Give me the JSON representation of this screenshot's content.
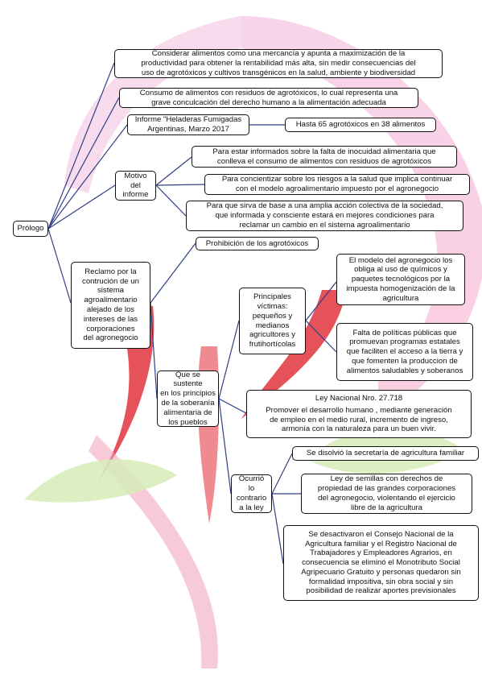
{
  "colors": {
    "line": "#2f3f86",
    "watermark_pink": "#f2b8d9",
    "watermark_red": "#d9232e",
    "watermark_green": "#c9e6a3",
    "text": "#111111",
    "box_border": "#111111"
  },
  "nodes": {
    "prologo": "Prólogo",
    "considerar": "Considerar alimentos como una mercancía y apunta a maximización de la\nproductividad para obtener la rentabilidad más alta, sin medir consecuencias del\nuso de agrotóxicos y cultivos transgénicos en la salud, ambiente y biodiversidad",
    "consumo": "Consumo de alimentos con residuos de agrotóxicos, lo cual representa una\ngrave conculcación del derecho humano a la alimentación adecuada",
    "informe": "Informe \"Heladeras Fumigadas\nArgentinas, Marzo 2017",
    "hasta": "Hasta 65 agrotóxicos en 38 alimentos",
    "motivo": "Motivo\ndel\ninforme",
    "motivo_1": "Para estar informados sobre la falta de inocuidad alimentaria que\nconlleva el consumo de alimentos con residuos de agrotóxicos",
    "motivo_2": "Para concientizar sobre los riesgos a la salud que implica continuar\ncon el modelo agroalimentario impuesto por el agronegocio",
    "motivo_3": "Para que sirva de base a una amplia acción colectiva de la sociedad,\nque informada y consciente estará en mejores condiciones para\nreclamar un cambio en el sistema agroalimentario",
    "reclamo": "Reclamo por la\ncontrución de un\nsistema\nagroalimentario\nalejado de los\nintereses de las\ncorporaciones\ndel agronegocio",
    "prohibicion": "Prohibición de los agrotóxicos",
    "sustente": "Que se sustente\nen los principios\nde la soberanía\nalimentaria de\nlos pueblos",
    "victimas": "Principales\nvíctimas:\npequeños y\nmedianos\nagricultores y\nfrutihortícolas",
    "modelo": "El modelo del agronegocio los\nobliga al uso de químicos y\npaquetes tecnológicos por la\nimpuesta homogenización de la\nagricultura",
    "falta": "Falta de políticas públicas que\npromuevan programas estatales\nque faciliten el acceso a la tierra y\nque fomenten la produccion de\nalimentos saludables y soberanos",
    "ley_title": "Ley Nacional Nro. 27.718",
    "ley_body": "Promover el desarrollo humano , mediante generación\nde empleo en el medio rural, incremento de ingreso,\narmonía con la naturaleza para un buen vivir.",
    "ocurrio": "Ocurrió\nlo\ncontrario\na la ley",
    "disolvio": "Se disolvió la secretaría de agricultura familiar",
    "semillas": "Ley de semillas con derechos de\npropiedad de las grandes corporaciones\ndel agronegocio, violentando el ejercicio\nlibre de la agricultura",
    "desactivaron": "Se desactivaron el Consejo Nacional de la\nAgricultura familiar y el Registro Nacional de\nTrabajadores y Empleadores Agrarios, en\nconsecuencia se eliminó el Monotributo Social\nAgripecuario Gratuito y personas quedaron sin\nformalidad impositiva, sin obra social y sin\nposibilidad de realizar aportes previsionales"
  }
}
